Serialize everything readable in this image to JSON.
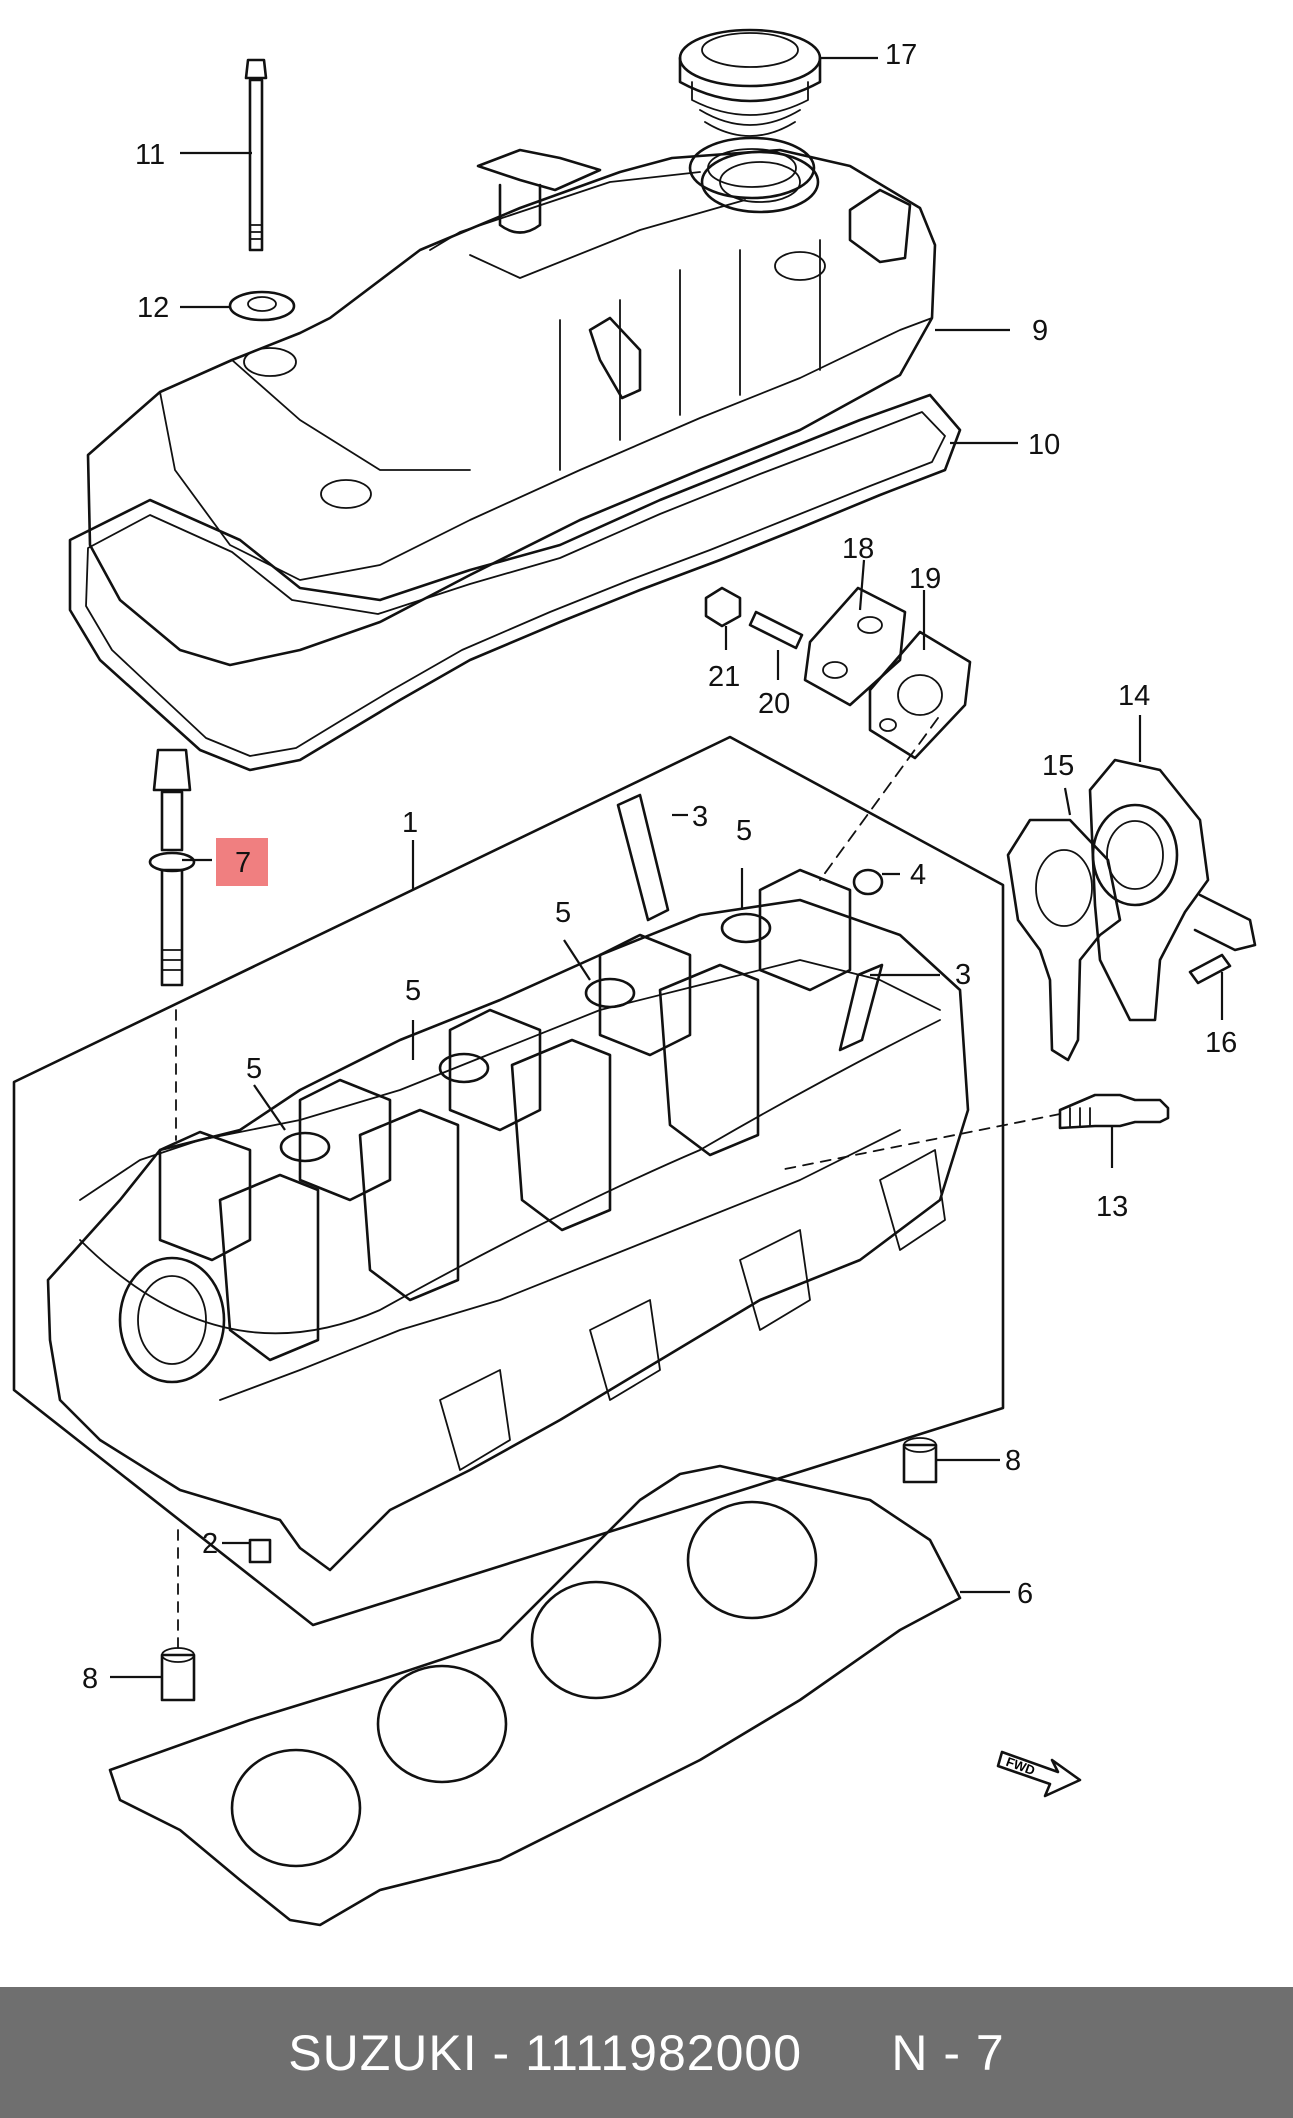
{
  "callouts": {
    "c1": "1",
    "c2": "2",
    "c3a": "3",
    "c3b": "3",
    "c4": "4",
    "c5a": "5",
    "c5b": "5",
    "c5c": "5",
    "c5d": "5",
    "c6": "6",
    "c7": "7",
    "c8a": "8",
    "c8b": "8",
    "c9": "9",
    "c10": "10",
    "c11": "11",
    "c12": "12",
    "c13": "13",
    "c14": "14",
    "c15": "15",
    "c16": "16",
    "c17": "17",
    "c18": "18",
    "c19": "19",
    "c20": "20",
    "c21": "21"
  },
  "fwd_label": "FWD",
  "footer": {
    "brand": "SUZUKI",
    "separator": " - ",
    "part_number": "1111982000",
    "page_ref": "N - 7"
  },
  "colors": {
    "highlight": "#f07f80",
    "footer_bg": "#6f6f6f",
    "footer_text": "#ffffff"
  }
}
